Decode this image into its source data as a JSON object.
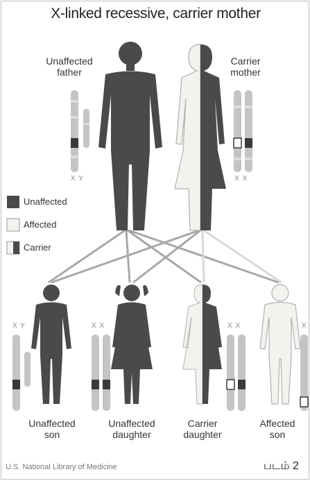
{
  "title": "X-linked recessive, carrier mother",
  "parents": {
    "father": {
      "line1": "Unaffected",
      "line2": "father",
      "chrom_label": "X Y"
    },
    "mother": {
      "line1": "Carrier",
      "line2": "mother",
      "chrom_label": "X X"
    }
  },
  "legend": [
    {
      "label": "Unaffected",
      "swatch": "dark"
    },
    {
      "label": "Affected",
      "swatch": "light"
    },
    {
      "label": "Carrier",
      "swatch": "half"
    }
  ],
  "children": [
    {
      "line1": "Unaffected",
      "line2": "son",
      "chrom_label": "X Y"
    },
    {
      "line1": "Unaffected",
      "line2": "daughter",
      "chrom_label": "X X"
    },
    {
      "line1": "Carrier",
      "line2": "daughter",
      "chrom_label": "X X"
    },
    {
      "line1": "Affected",
      "line2": "son",
      "chrom_label": "X"
    }
  ],
  "credit": "U.S. National Library of Medicine",
  "figure_label": "படம் 2",
  "colors": {
    "dark": "#4a4a4a",
    "light": "#f2f2ee",
    "chromosome": "#c4c4c4",
    "band": "#3a3a3a",
    "line": "#a8a8a8"
  }
}
